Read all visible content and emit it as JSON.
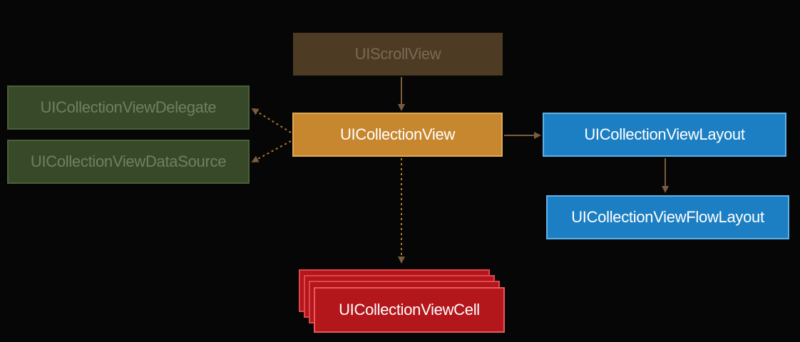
{
  "nodes": {
    "scroll_view": "UIScrollView",
    "collection_view": "UICollectionView",
    "delegate": "UICollectionViewDelegate",
    "data_source": "UICollectionViewDataSource",
    "layout": "UICollectionViewLayout",
    "flow_layout": "UICollectionViewFlowLayout",
    "cell": "UICollectionViewCell"
  },
  "colors": {
    "background": "#060606",
    "scroll_view": "#4d3b24",
    "collection_view": "#c7872e",
    "protocols": "#38492a",
    "layout": "#1c7fc3",
    "cell": "#b3161b",
    "arrow": "#7a5d3e"
  }
}
